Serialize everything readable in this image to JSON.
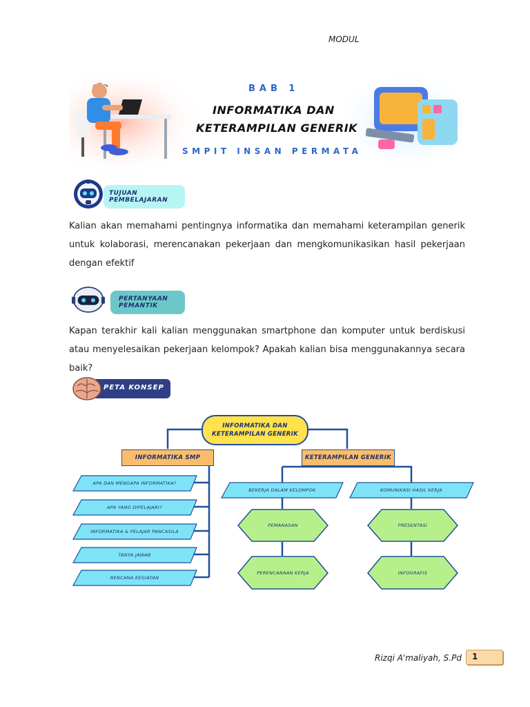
{
  "header": {
    "label": "MODUL"
  },
  "banner": {
    "chapter": "BAB 1",
    "title_line1": "INFORMATIKA DAN",
    "title_line2": "KETERAMPILAN GENERIK",
    "school": "SMPIT INSAN PERMATA"
  },
  "sections": {
    "tujuan": {
      "line1": "TUJUAN",
      "line2": "PEMBELAJARAN",
      "text": "Kalian akan memahami pentingnya informatika dan memahami keterampilan generik untuk kolaborasi, merencanakan pekerjaan dan mengkomunikasikan hasil pekerjaan dengan efektif"
    },
    "pertanyaan": {
      "line1": "PERTANYAAN",
      "line2": "PEMANTIK",
      "text": "Kapan terakhir kali kalian menggunakan smartphone dan komputer untuk berdiskusi atau menyelesaikan pekerjaan kelompok? Apakah kalian bisa menggunakannya secara baik?"
    },
    "peta": {
      "label": "PETA KONSEP"
    }
  },
  "concept_map": {
    "root_line1": "INFORMATIKA DAN",
    "root_line2": "KETERAMPILAN GENERIK",
    "left_branch": "INFORMATIKA SMP",
    "right_branch": "KETERAMPILAN GENERIK",
    "left_items": [
      "APA DAN MENGAPA INFORMATIKA?",
      "APA YANG DIPELAJARI?",
      "INFORMATIKA & PELAJAR PANCASILA",
      "TANYA JAWAB",
      "RENCANA KEGIATAN"
    ],
    "kelompok": "BEKERJA DALAM KELOMPOK",
    "komunikasi": "KOMUNIKASI HASIL KERJA",
    "pemanasan": "PEMANASAN",
    "perencanaan": "PERENCANAAN KERJA",
    "presentasi": "PRESENTASI",
    "infografis": "INFOGRAFIS"
  },
  "footer": {
    "author": "Rizqi A'maliyah, S.Pd",
    "page": "1"
  },
  "colors": {
    "accent_blue": "#2a67c9",
    "node_cyan": "#7fe3f7",
    "node_green": "#b7f08a",
    "node_orange": "#fbbd6a",
    "root_yellow": "#ffe24d"
  }
}
